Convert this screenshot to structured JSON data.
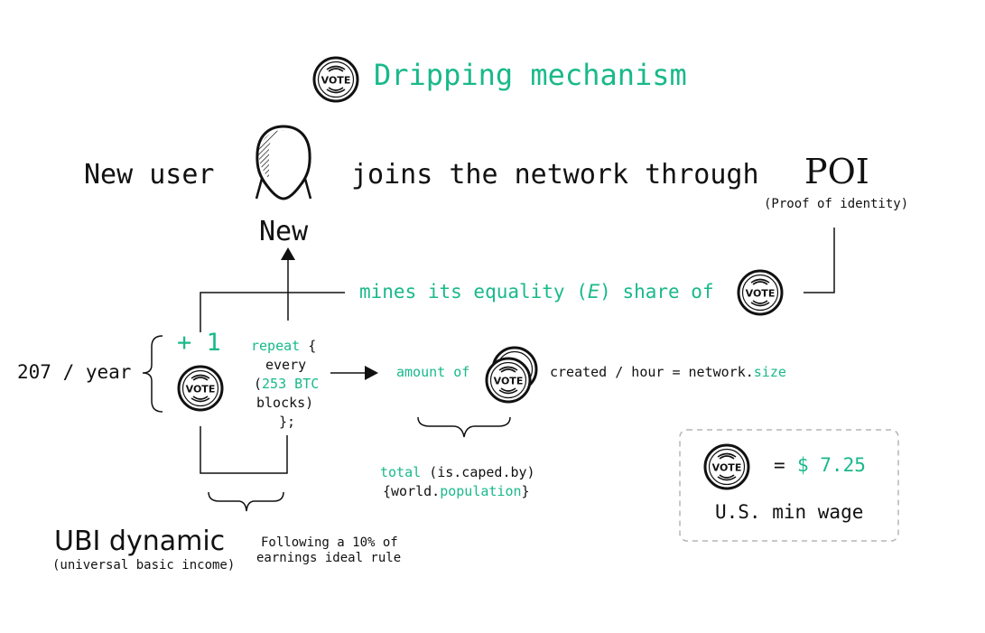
{
  "colors": {
    "accent": "#19b98a",
    "ink": "#111111",
    "dashed_border": "#b5b5b5"
  },
  "header": {
    "icon": "vote-coin-icon",
    "coin_label": "VOTE",
    "title": "Dripping mechanism"
  },
  "sentence": {
    "new_user": "New user",
    "avatar_icon": "person-head-icon",
    "avatar_label": "New",
    "joins": "joins the network through",
    "poi": "POI",
    "poi_full": "(Proof of identity)"
  },
  "mines": {
    "text": "mines its equality (",
    "e": "E",
    "text_end": ") share of"
  },
  "ubi_loop": {
    "per_year": "207 / year",
    "plus_one": "+ 1",
    "repeat_kw": "repeat",
    "repeat_brace": "{",
    "every": "every",
    "paren_open": "(",
    "btc": "253 BTC",
    "blocks": "blocks)",
    "close": "};"
  },
  "amount": {
    "amount_of": "amount of",
    "created": "created / hour = network.",
    "size": "size"
  },
  "total": {
    "total_kw": "total",
    "caped": "(is.caped.by)",
    "brace_open": "{world.",
    "population": "population",
    "brace_close": "}"
  },
  "ubi": {
    "title": "UBI dynamic",
    "subtitle": "(universal basic income)",
    "rule_line1": "Following a 10% of",
    "rule_line2": "earnings ideal rule"
  },
  "wage_card": {
    "equals": "=",
    "value": "$ 7.25",
    "label": "U.S. min wage"
  }
}
